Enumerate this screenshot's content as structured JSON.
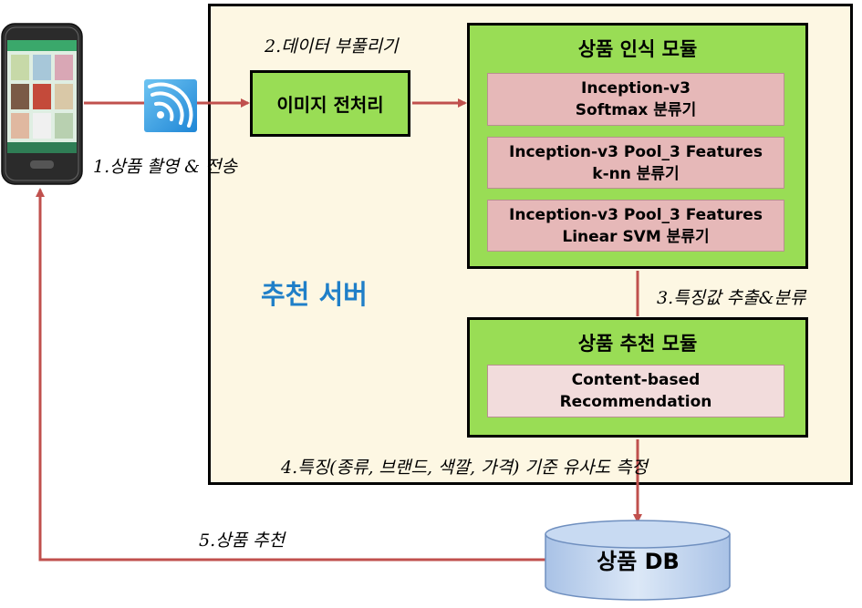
{
  "server": {
    "name": "추천 서버"
  },
  "recognition_module": {
    "title": "상품 인식 모듈",
    "classifiers": [
      {
        "line1": "Inception-v3",
        "line2": "Softmax 분류기"
      },
      {
        "line1": "Inception-v3 Pool_3 Features",
        "line2": "k-nn 분류기"
      },
      {
        "line1": "Inception-v3 Pool_3 Features",
        "line2": "Linear SVM 분류기"
      }
    ]
  },
  "preprocess": {
    "label": "이미지 전처리"
  },
  "recommendation_module": {
    "title": "상품 추천 모듈",
    "method": {
      "line1": "Content-based",
      "line2": "Recommendation"
    }
  },
  "database": {
    "label": "상품 DB"
  },
  "steps": {
    "capture": "1.상품 촬영 & 전송",
    "augment": "2.데이터 부풀리기",
    "extract": "3.특징값 추출&분류",
    "similarity": "4.특징(종류, 브랜드, 색깔, 가격) 기준 유사도 측정",
    "recommend": "5.상품 추천"
  },
  "colors": {
    "module_fill": "#99dd55",
    "classifier_fill": "#e6b8b8",
    "method_fill": "#f2dcdc",
    "server_fill": "#fdf7e3",
    "arrow": "#c0504d",
    "server_title": "#1f7fc8",
    "wifi": "#3ba0e0"
  },
  "icons": {
    "device": "smartphone-icon",
    "signal": "wifi-signal-icon",
    "storage": "database-cylinder-icon"
  }
}
